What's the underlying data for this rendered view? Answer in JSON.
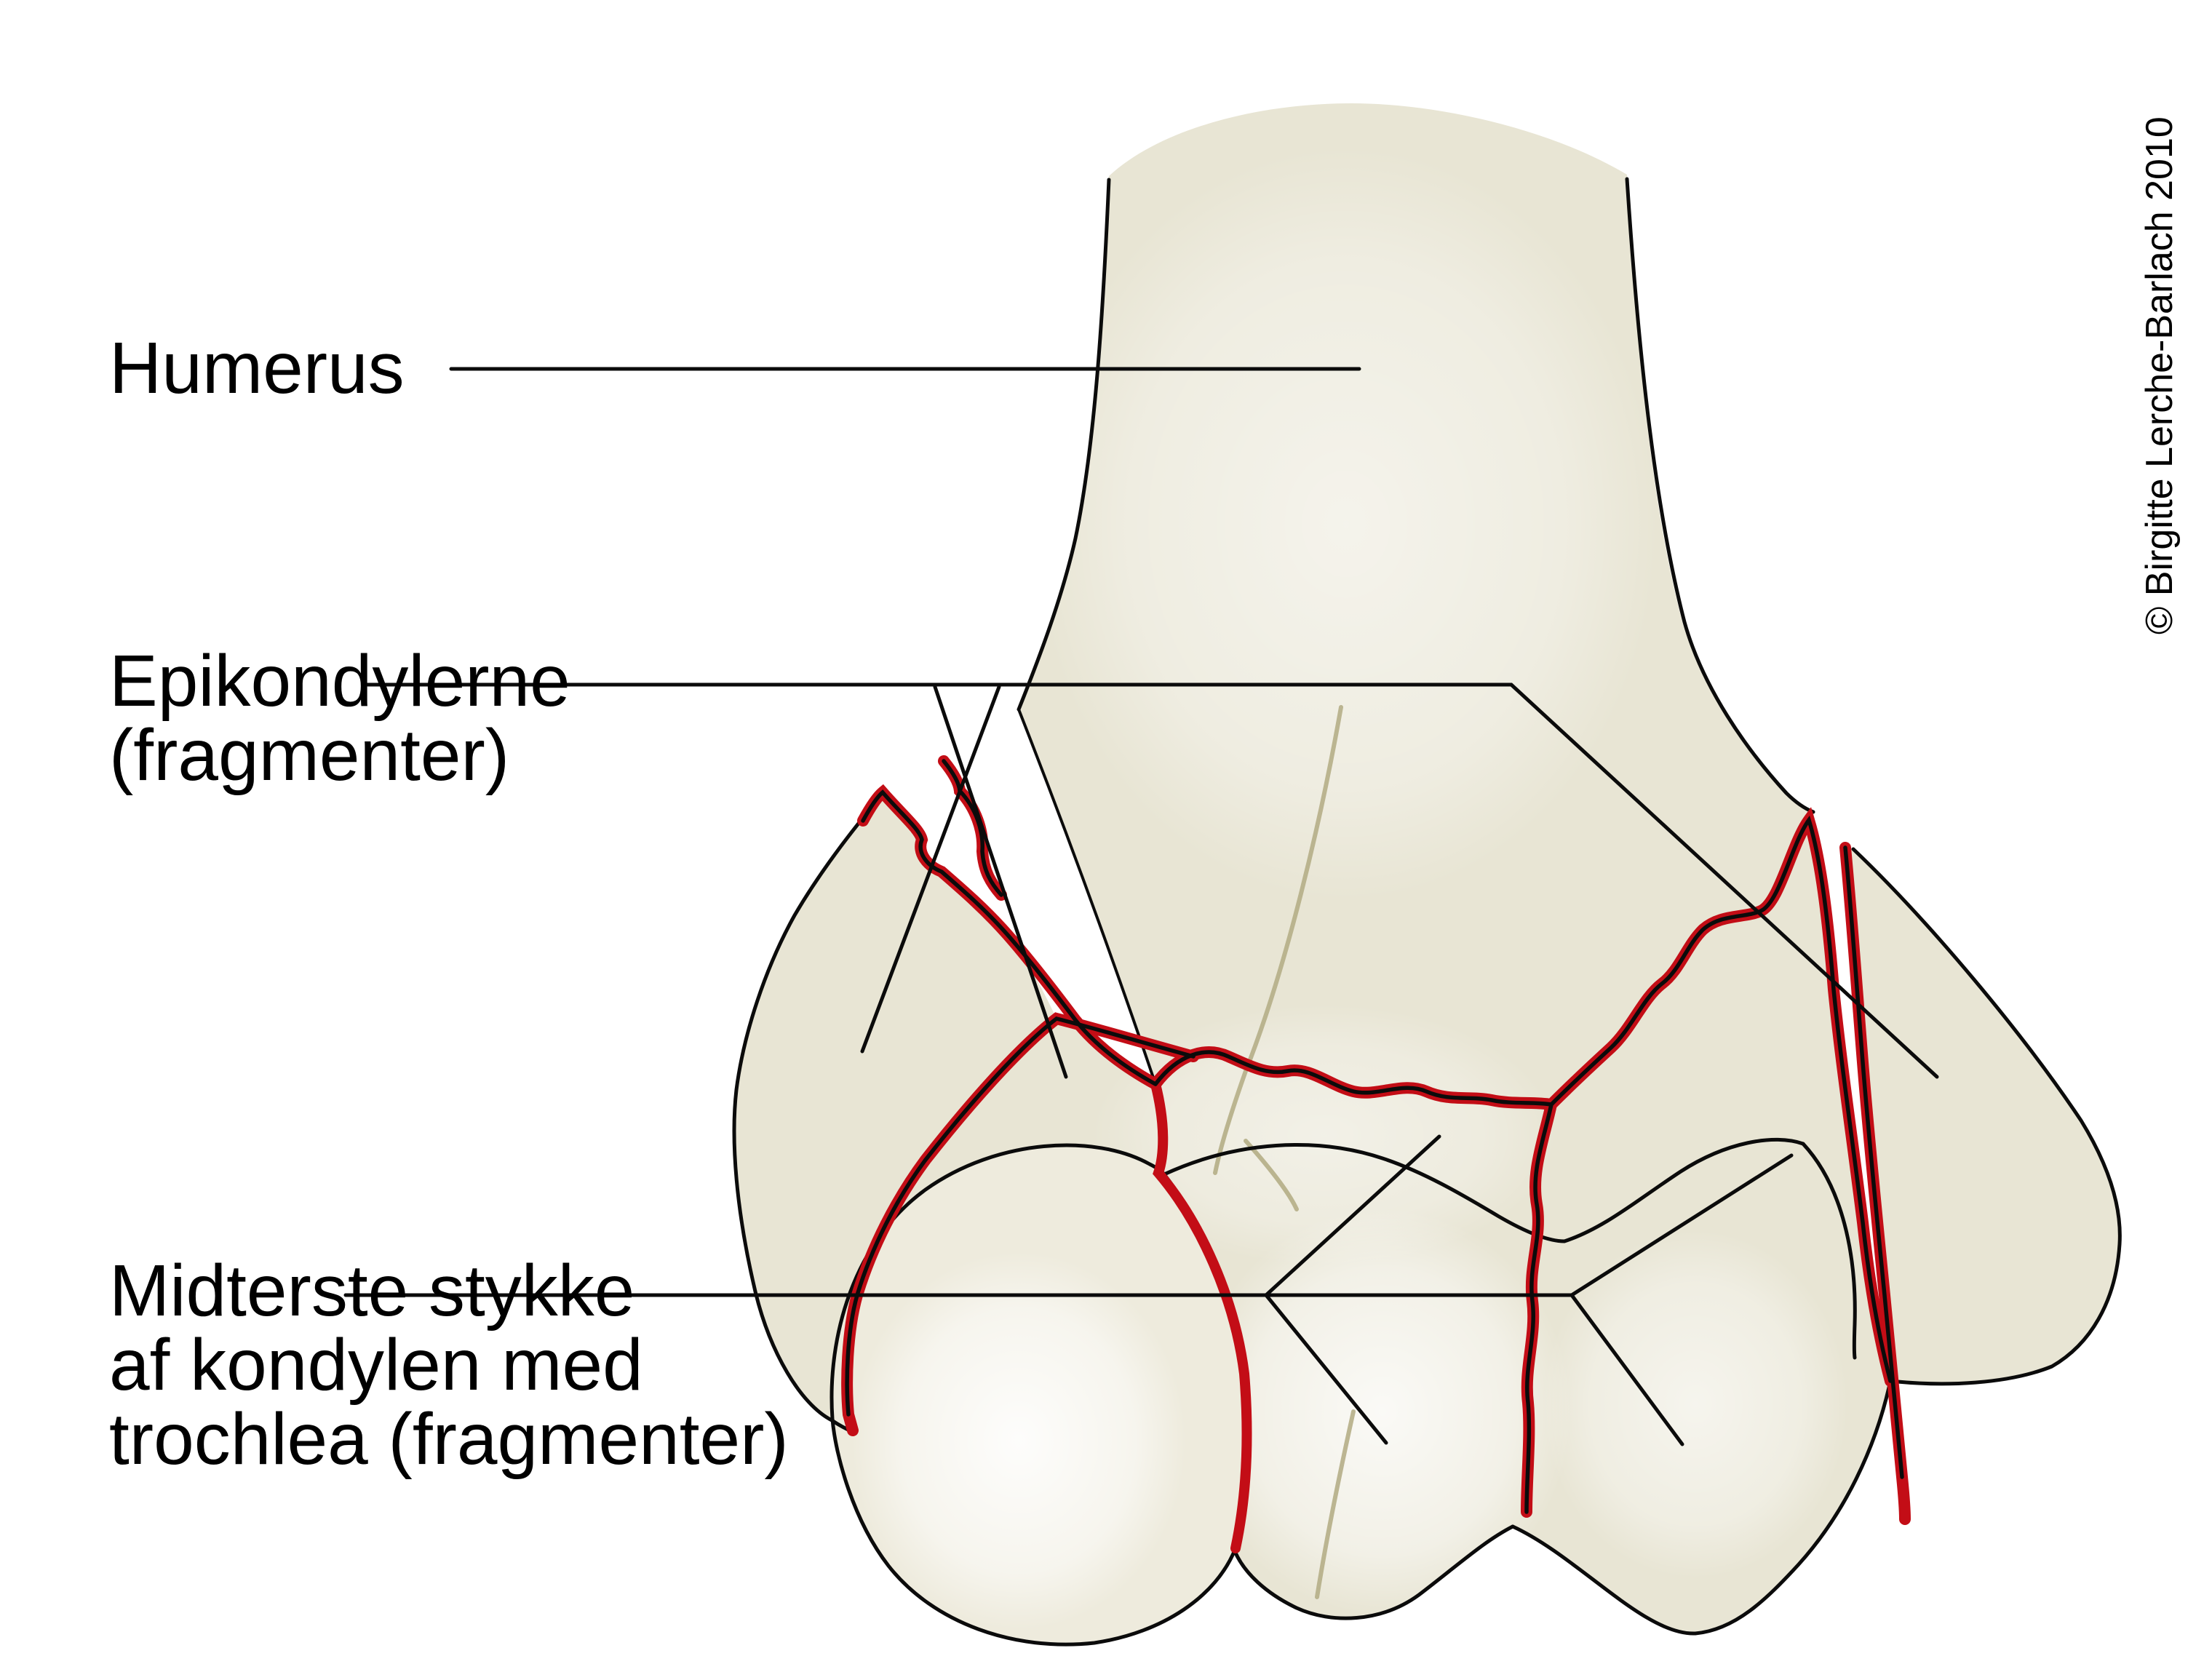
{
  "labels": {
    "humerus": {
      "text": "Humerus"
    },
    "epicondyles": {
      "line1": "Epikondylerne",
      "line2": "(fragmenter)"
    },
    "middle_piece": {
      "line1": "Midterste stykke",
      "line2": "af kondylen med",
      "line3": "trochlea (fragmenter)"
    }
  },
  "credit": {
    "text": "© Birgitte Lerche-Barlach 2010"
  },
  "colors": {
    "background": "#ffffff",
    "bone_fill": "#e8e5d4",
    "outline": "#0b0b0b",
    "fracture_red": "#c30d16",
    "crease": "#b5ae87",
    "leader_line": "#0b0b0b"
  }
}
